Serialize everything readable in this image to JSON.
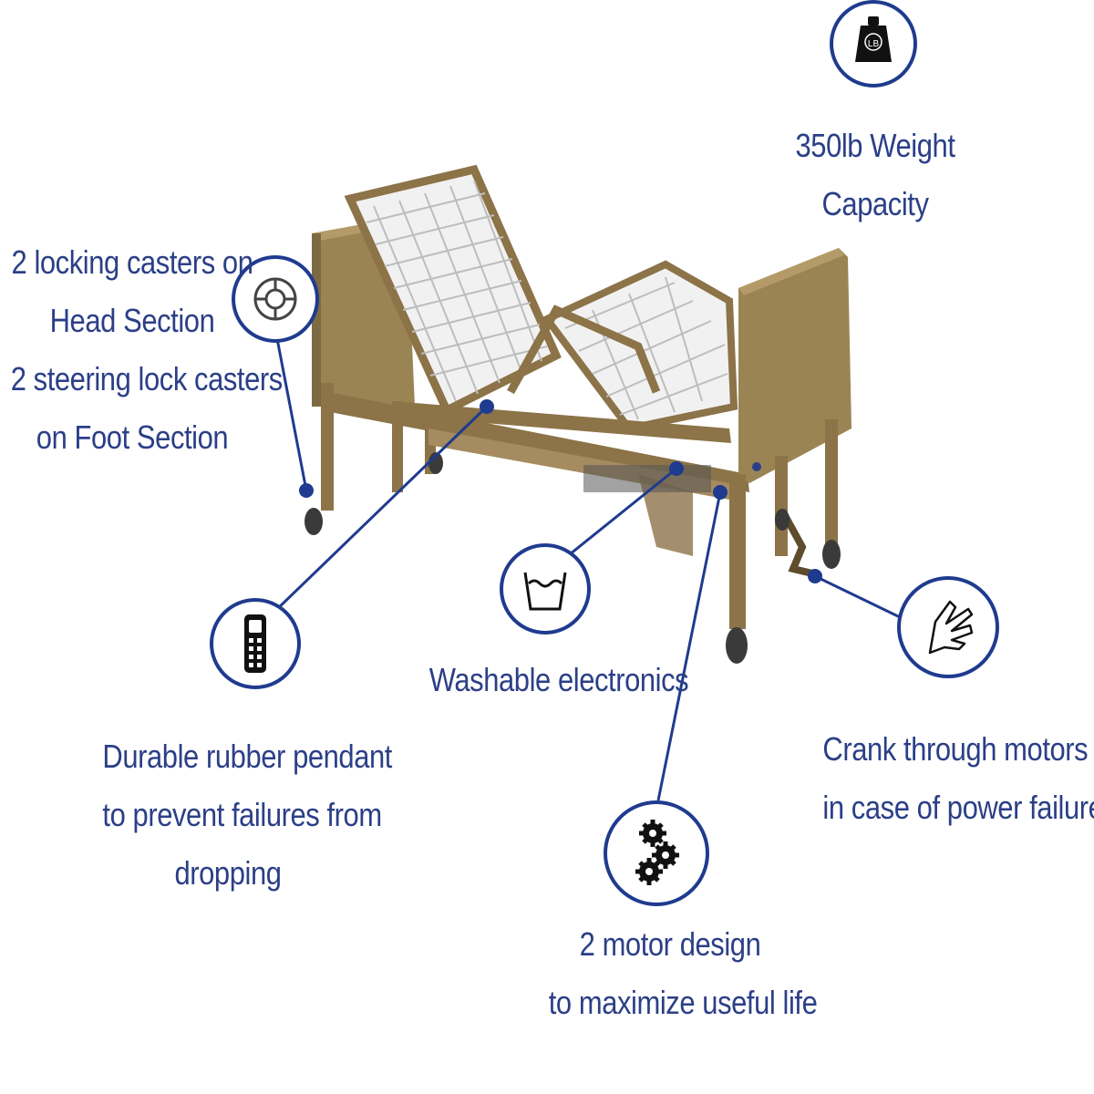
{
  "colors": {
    "callout": "#1f3b8f",
    "text": "#2b3f87",
    "frame": "#8c7348",
    "frame_light": "#a58b5f",
    "board": "#9b8454",
    "board_light": "#b39a68",
    "spring": "#c7c7c7",
    "icon": "#111111"
  },
  "callouts": [
    {
      "id": "weight",
      "icon": "weight-lb-icon",
      "icon_text": "LB",
      "lines": [
        "350lb Weight",
        "Capacity"
      ]
    },
    {
      "id": "casters",
      "icon": "caster-wheel-icon",
      "lines": [
        "2 locking casters on",
        "Head Section",
        "2 steering lock casters",
        "on Foot Section"
      ]
    },
    {
      "id": "pendant",
      "icon": "remote-pendant-icon",
      "lines": [
        "Durable rubber pendant",
        "to prevent failures from",
        "dropping"
      ]
    },
    {
      "id": "washable",
      "icon": "wash-basin-icon",
      "lines": [
        "Washable electronics"
      ]
    },
    {
      "id": "crank",
      "icon": "hand-crank-icon",
      "lines": [
        "Crank through motors",
        "in case of power failure"
      ]
    },
    {
      "id": "motors",
      "icon": "gears-icon",
      "lines": [
        "2 motor design",
        "to maximize useful life"
      ]
    }
  ]
}
